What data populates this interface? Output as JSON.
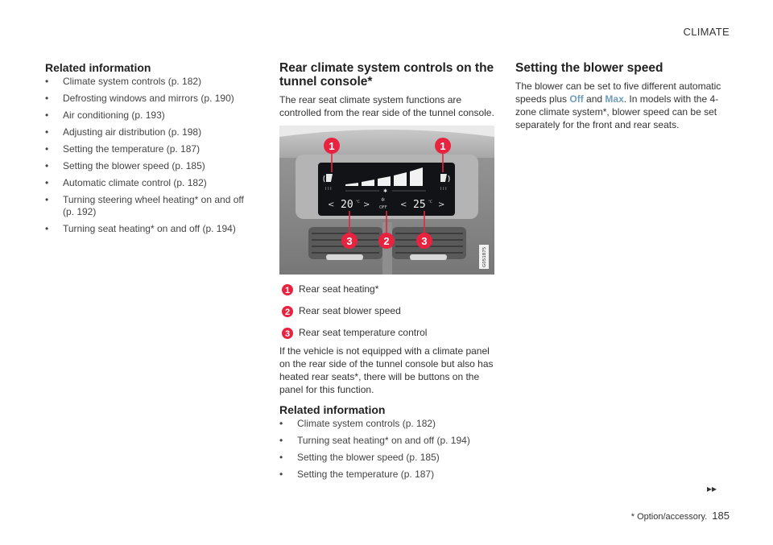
{
  "header": {
    "section": "CLIMATE"
  },
  "column1": {
    "heading": "Related information",
    "links": [
      "Climate system controls (p. 182)",
      "Defrosting windows and mirrors (p. 190)",
      "Air conditioning (p. 193)",
      "Adjusting air distribution (p. 198)",
      "Setting the temperature (p. 187)",
      "Setting the blower speed (p. 185)",
      "Automatic climate control (p. 182)",
      "Turning steering wheel heating* on and off (p. 192)",
      "Turning seat heating* on and off (p. 194)"
    ]
  },
  "column2": {
    "heading": "Rear climate system controls on the tunnel console*",
    "intro": "The rear seat climate system functions are controlled from the rear side of the tunnel console.",
    "image": {
      "left_temp": "20",
      "right_temp": "25",
      "off_label": "OFF",
      "code": "G051875",
      "callouts": [
        "1",
        "1",
        "2",
        "3",
        "3"
      ]
    },
    "legend": [
      {
        "marker": "1",
        "text": "Rear seat heating*"
      },
      {
        "marker": "2",
        "text": "Rear seat blower speed"
      },
      {
        "marker": "3",
        "text": "Rear seat temperature control"
      }
    ],
    "paragraph": "If the vehicle is not equipped with a climate panel on the rear side of the tunnel console but also has heated rear seats*, there will be buttons on the panel for this function.",
    "related_heading": "Related information",
    "related_links": [
      "Climate system controls (p. 182)",
      "Turning seat heating* on and off (p. 194)",
      "Setting the blower speed (p. 185)",
      "Setting the temperature (p. 187)"
    ]
  },
  "column3": {
    "heading": "Setting the blower speed",
    "text_before": "The blower can be set to five different automatic speeds plus ",
    "off_word": "Off",
    "and_word": " and ",
    "max_word": "Max",
    "text_after": ". In models with the 4-zone climate system*, blower speed can be set separately for the front and rear seats."
  },
  "footer": {
    "continue_arrow": "▸▸",
    "footnote": "* Option/accessory.",
    "page_number": "185"
  },
  "colors": {
    "accent": "#6e9dbc",
    "callout": "#e8233f"
  },
  "bullet_char": "•"
}
